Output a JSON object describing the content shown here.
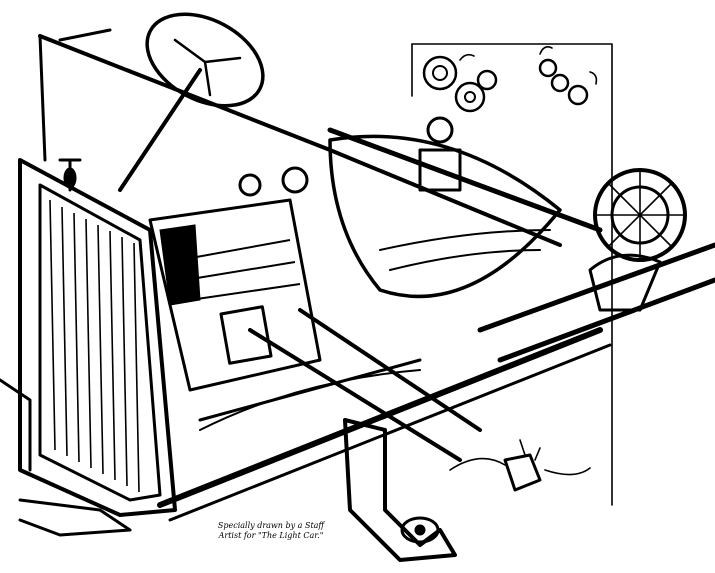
{
  "illustration": {
    "subject": "cutaway engraving of a light car chassis front end",
    "icon": "chassis-engraving-icon",
    "ink_color": "#000000",
    "paper_color": "#ffffff"
  },
  "caption": {
    "line1": "Specially drawn by a Staff",
    "line2": "Artist for \"The Light Car.\""
  }
}
